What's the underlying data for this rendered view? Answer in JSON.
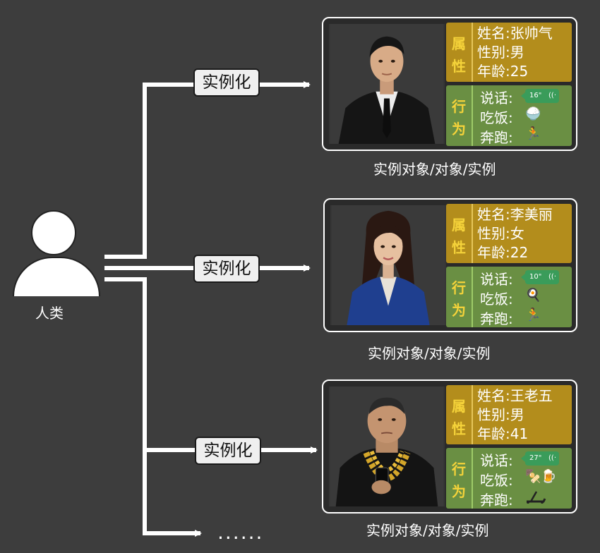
{
  "class": {
    "label": "人类"
  },
  "edge_label": "实例化",
  "more": "......",
  "instances": [
    {
      "attributes_tag": [
        "属",
        "性"
      ],
      "behaviors_tag": [
        "行",
        "为"
      ],
      "attributes": [
        "姓名:张帅气",
        "性别:男",
        "年龄:25"
      ],
      "behaviors": {
        "speak": "说话:",
        "eat": "吃饭:",
        "run": "奔跑:"
      },
      "speak_bubble": "16\"",
      "eat_icon": "rice-bowl-icon",
      "run_icon": "runner-icon",
      "caption": "实例对象/对象/实例",
      "colors": {
        "attire": "#111111",
        "shirt": "#f0f0f0",
        "tie": "#111111"
      }
    },
    {
      "attributes_tag": [
        "属",
        "性"
      ],
      "behaviors_tag": [
        "行",
        "为"
      ],
      "attributes": [
        "姓名:李美丽",
        "性别:女",
        "年龄:22"
      ],
      "behaviors": {
        "speak": "说话:",
        "eat": "吃饭:",
        "run": "奔跑:"
      },
      "speak_bubble": "10\"",
      "eat_icon": "pan-food-icon",
      "run_icon": "runner-icon",
      "caption": "实例对象/对象/实例",
      "colors": {
        "attire": "#1f3f8f",
        "shirt": "#e8e2d8"
      }
    },
    {
      "attributes_tag": [
        "属",
        "性"
      ],
      "behaviors_tag": [
        "行",
        "为"
      ],
      "attributes": [
        "姓名:王老五",
        "性别:男",
        "年龄:41"
      ],
      "behaviors": {
        "speak": "说话:",
        "eat": "吃饭:",
        "run": "奔跑:"
      },
      "speak_bubble": "27\"",
      "eat_icon": "skewers-beer-icon",
      "run_icon": "treadmill-icon",
      "caption": "实例对象/对象/实例",
      "colors": {
        "attire": "#141414",
        "chain": "#d4a62a"
      }
    }
  ],
  "colors": {
    "background": "#3d3d3d",
    "attributes_box": "#b38d1c",
    "behaviors_box": "#6a8f43",
    "tag_text": "#f5d33a",
    "bubble": "#3a9c5a"
  }
}
